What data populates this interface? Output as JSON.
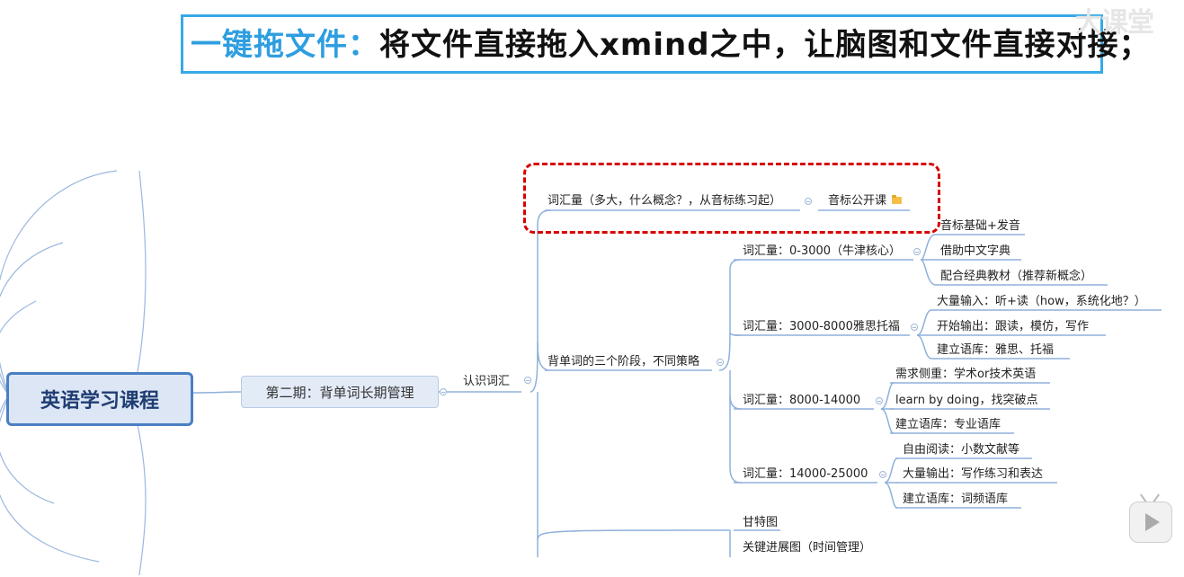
{
  "banner": {
    "highlight": "一键拖文件：",
    "text": "将文件直接拖入xmind之中，让脑图和文件直接对接；"
  },
  "watermark": "大课堂",
  "mindmap": {
    "root": "英语学习课程",
    "phase": "第二期：背单词长期管理",
    "branch": "认识词汇",
    "vocab_size_topic": "词汇量（多大，什么概念？，从音标练习起）",
    "phonetic_course": "音标公开课",
    "stages_topic": "背单词的三个阶段，不同策略",
    "stages": [
      {
        "label": "词汇量：0-3000（牛津核心）",
        "children": [
          "音标基础+发音",
          "借助中文字典",
          "配合经典教材（推荐新概念）"
        ]
      },
      {
        "label": "词汇量：3000-8000雅思托福",
        "children": [
          "大量输入：听+读（how，系统化地？）",
          "开始输出：跟读，模仿，写作",
          "建立语库：雅思、托福"
        ]
      },
      {
        "label": "词汇量：8000-14000",
        "children": [
          "需求侧重：学术or技术英语",
          "learn by doing，找突破点",
          "建立语库：专业语库"
        ]
      },
      {
        "label": "词汇量：14000-25000",
        "children": [
          "自由阅读：小数文献等",
          "大量输出：写作练习和表达",
          "建立语库：词频语库"
        ]
      }
    ],
    "tools": [
      "甘特图",
      "关键进展图（时间管理）"
    ]
  },
  "colors": {
    "line": "#8fb0dc",
    "banner_border": "#36a9e8",
    "banner_highlight": "#2e9ee0",
    "root_border": "#4a7fc3",
    "callout": "#d60000"
  },
  "icons": [
    "folder-icon",
    "collapse-toggle-icon",
    "play-icon"
  ]
}
